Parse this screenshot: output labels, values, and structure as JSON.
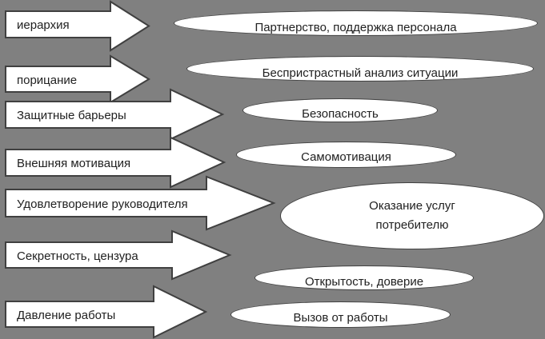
{
  "diagram": {
    "background_color": "#808080",
    "shape_fill": "#ffffff",
    "shape_stroke": "#404040",
    "text_color": "#212121",
    "arrows": [
      {
        "label": "иерархия"
      },
      {
        "label": "порицание"
      },
      {
        "label": "Защитные барьеры"
      },
      {
        "label": "Внешняя мотивация"
      },
      {
        "label": "Удовлетворение руководителя"
      },
      {
        "label": "Секретность, цензура"
      },
      {
        "label": "Давление работы"
      }
    ],
    "ellipses": [
      {
        "label": "Партнерство, поддержка персонала"
      },
      {
        "label": "Беспристрастный анализ ситуации"
      },
      {
        "label": "Безопасность"
      },
      {
        "label": "Самомотивация"
      },
      {
        "label": "Оказание услуг потребителю"
      },
      {
        "label": "Открытость, доверие"
      },
      {
        "label": "Вызов от работы"
      }
    ]
  }
}
